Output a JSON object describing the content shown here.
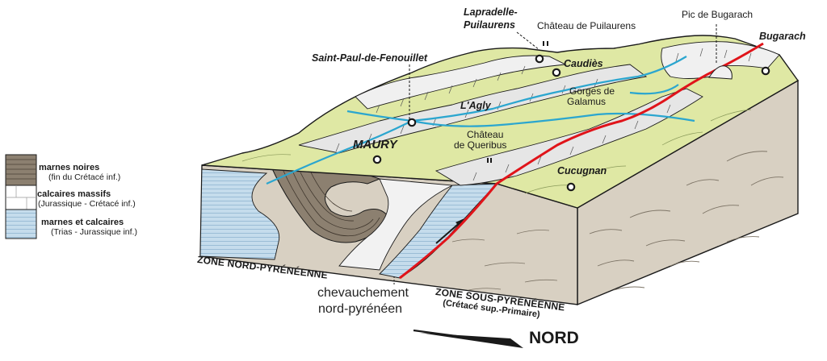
{
  "legend": {
    "items": [
      {
        "title": "marnes noires",
        "subtitle": "(fin du Crétacé inf.)"
      },
      {
        "title": "calcaires massifs",
        "subtitle": "(Jurassique - Crétacé inf.)"
      },
      {
        "title": "marnes et calcaires",
        "subtitle": "(Trias - Jurassique inf.)"
      }
    ]
  },
  "places": {
    "saint_paul": "Saint-Paul-de-Fenouillet",
    "lapradelle_1": "Lapradelle-",
    "lapradelle_2": "Puilaurens",
    "chateau_puilaurens": "Château de Puilaurens",
    "pic_bugarach": "Pic de Bugarach",
    "bugarach": "Bugarach",
    "caudies": "Caudiès",
    "gorges_1": "Gorges de",
    "gorges_2": "Galamus",
    "agly": "L'Agly",
    "maury": "MAURY",
    "queribus_1": "Château",
    "queribus_2": "de Queribus",
    "cucugnan": "Cucugnan"
  },
  "zones": {
    "nord": "ZONE NORD-PYRÉNÉENNE",
    "sous_1": "ZONE SOUS-PYRÉNÉENNE",
    "sous_2": "(Crétacé sup.-Primaire)"
  },
  "thrust": {
    "line1": "chevauchement",
    "line2": "nord-pyrénéen"
  },
  "direction": "NORD",
  "colors": {
    "surface_green": "#dfe8a4",
    "limestone_grey": "#e6e6e6",
    "black_marl": "#8c8070",
    "blue_marl": "#c5dcec",
    "south_face": "#d8d0c2",
    "river": "#2ba6cf",
    "thrust": "#e0141a"
  }
}
